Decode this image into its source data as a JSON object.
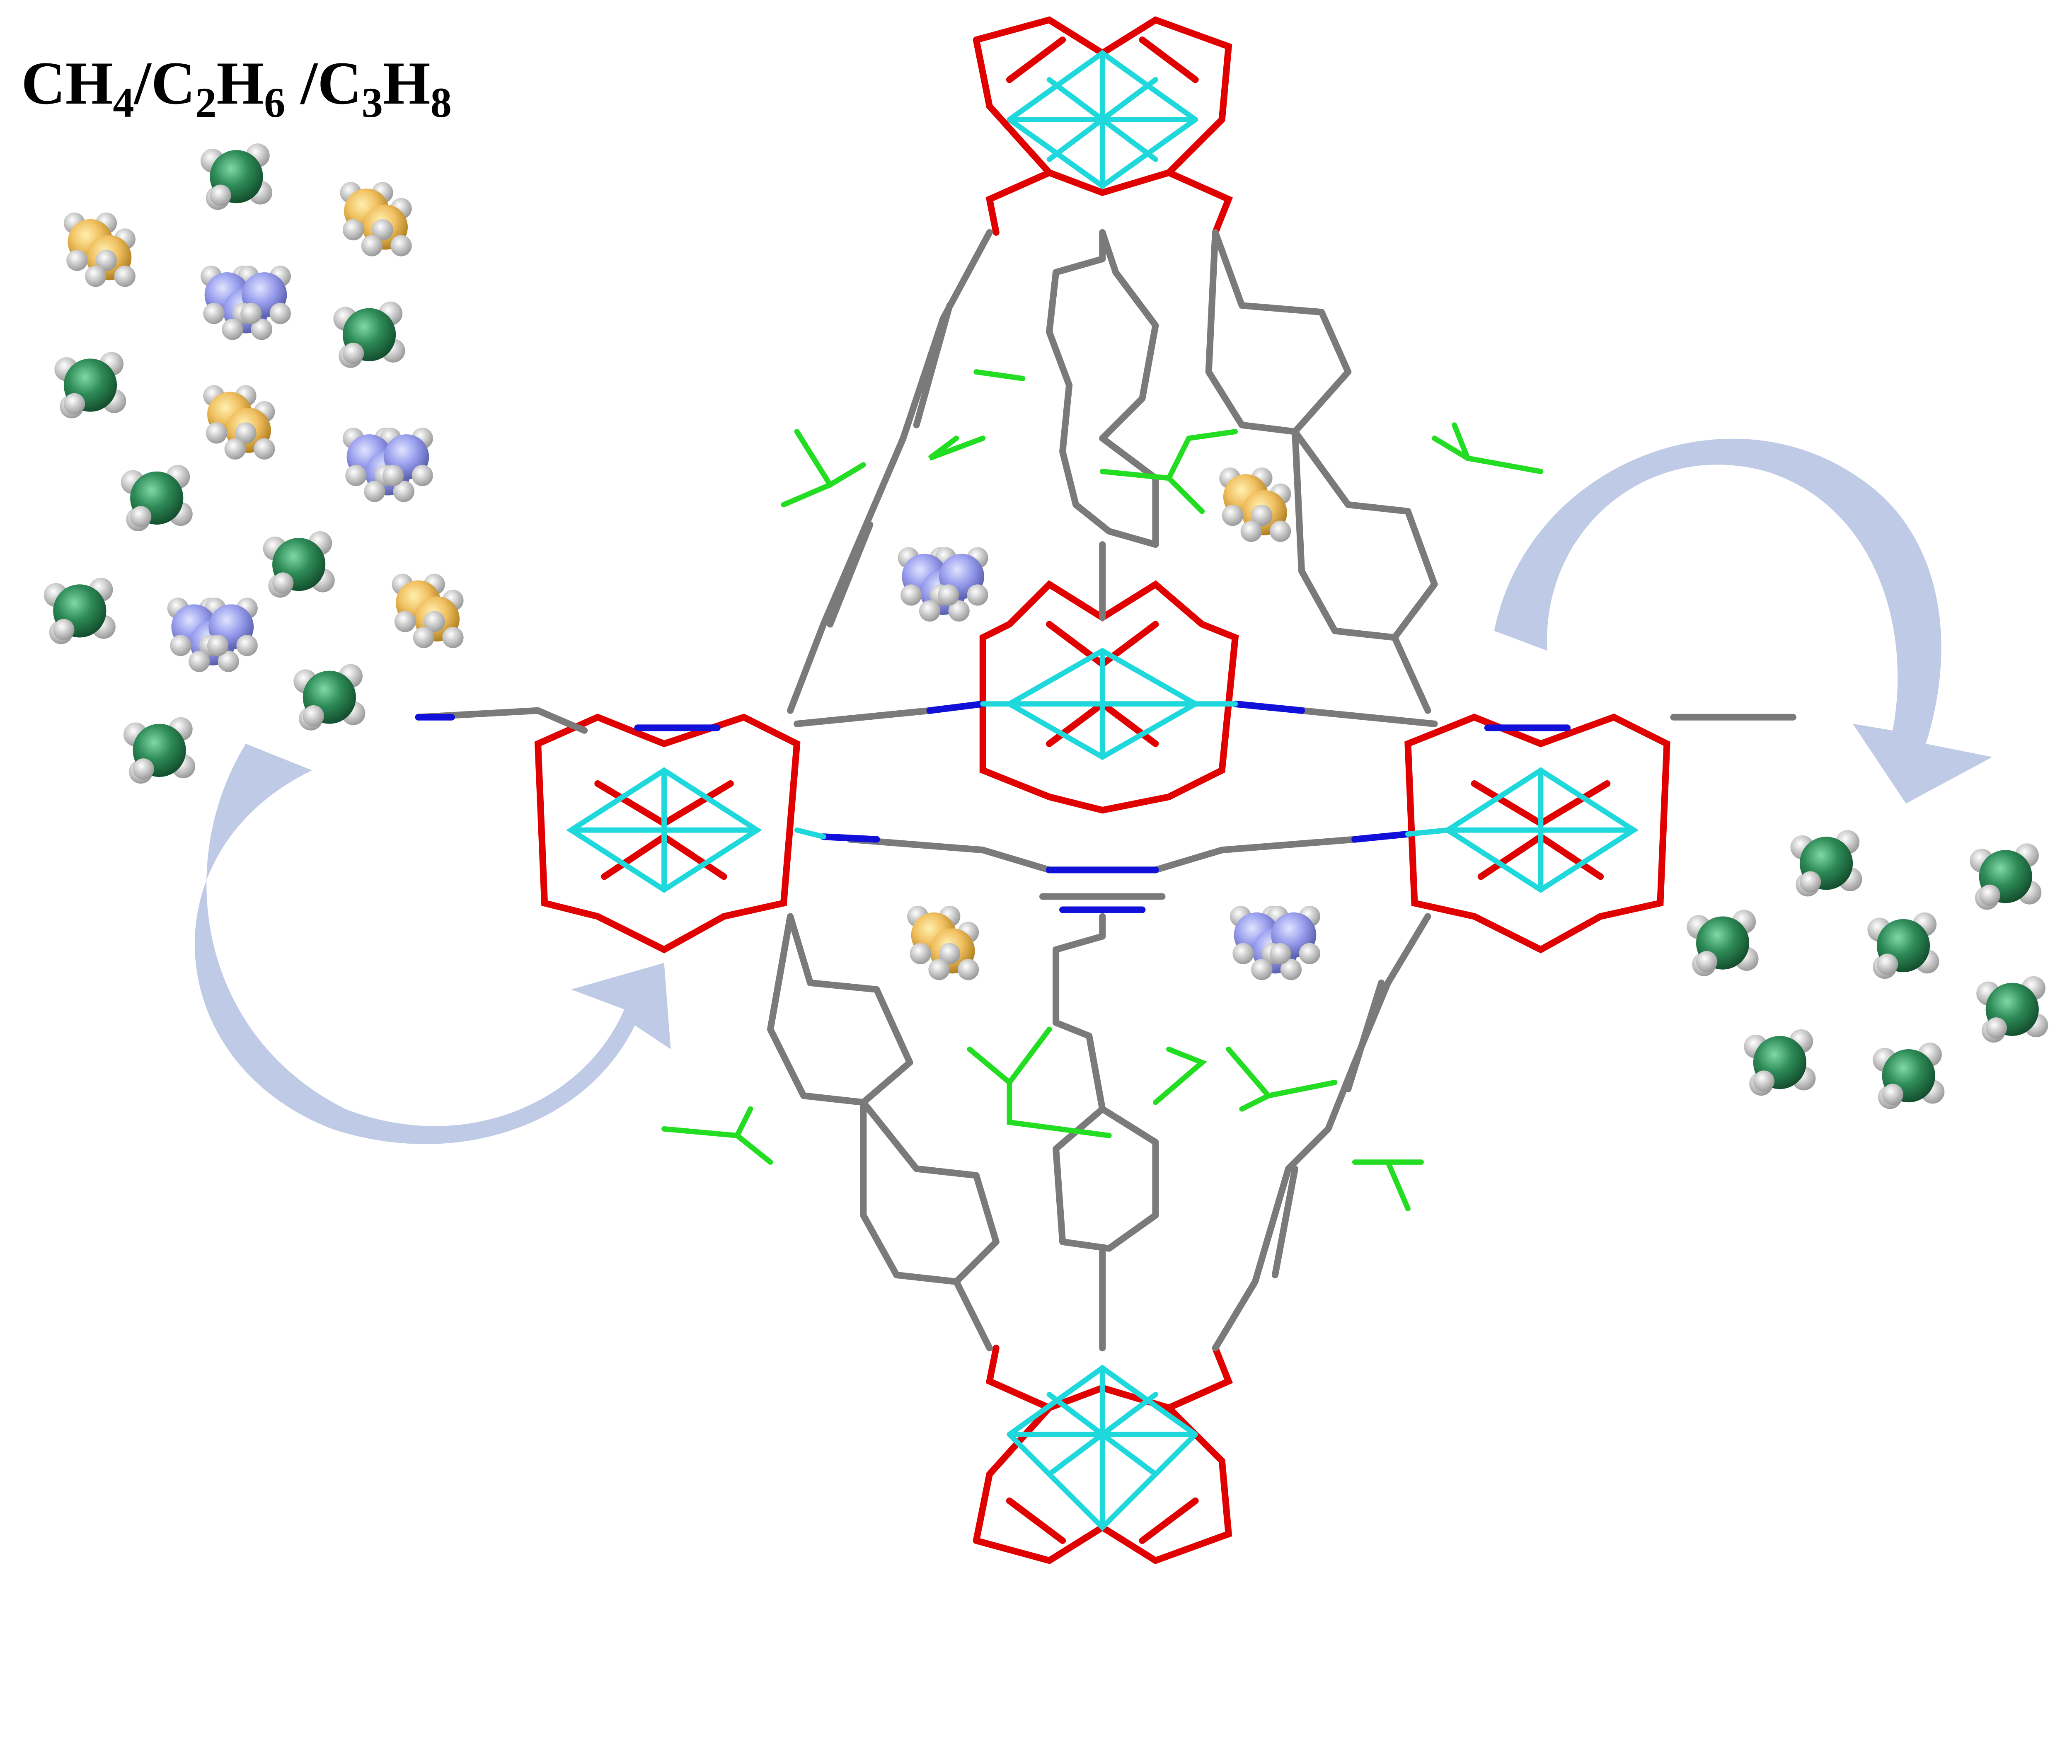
{
  "title": {
    "parts": [
      "CH",
      "4",
      "/C",
      "2",
      "H",
      "6",
      " /C",
      "3",
      "H",
      "8"
    ]
  },
  "legend_colors": {
    "methane": "#2e8b57",
    "ethane": "#f0c060",
    "propane": "#9aa0ee",
    "hydrogen": "#f0f0f0",
    "arrow": "#aab8dd",
    "carbon_bond": "#7a7a7a",
    "oxygen": "#e00000",
    "metal": "#1fd8dc",
    "nitrogen": "#1010d8",
    "fluorine": "#22dd22"
  }
}
